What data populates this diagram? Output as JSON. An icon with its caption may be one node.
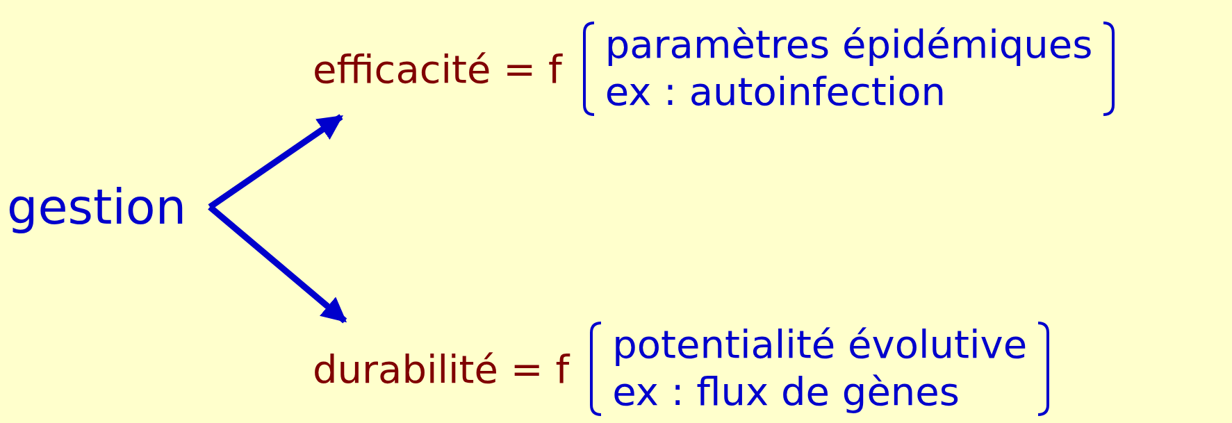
{
  "diagram": {
    "nodes": [
      {
        "text": [
          "gestion"
        ]
      },
      {
        "text": [
          "efficacité = f",
          "paramètres épidémiques",
          "ex : autoinfection"
        ]
      },
      {
        "text": [
          "durabilité = f",
          "potentialité évolutive",
          "ex : flux de gènes"
        ]
      }
    ],
    "edges": [
      {
        "from": 0,
        "to": 1,
        "arrow": "to"
      },
      {
        "from": 0,
        "to": 2,
        "arrow": "to"
      }
    ]
  }
}
